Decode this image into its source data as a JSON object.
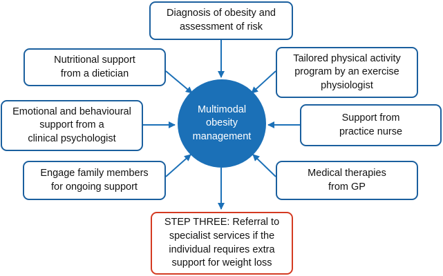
{
  "diagram": {
    "center": {
      "label": "Multimodal\nobesity\nmanagement"
    },
    "boxes": {
      "diagnosis": "Diagnosis of obesity and\nassessment of risk",
      "nutrition": "Nutritional support\nfrom a dietician",
      "physical_activity": "Tailored physical activity\nprogram by an exercise\nphysiologist",
      "emotional": "Emotional and behavioural\nsupport from a\nclinical psychologist",
      "nurse": "Support from\npractice nurse",
      "family": "Engage family members\nfor ongoing support",
      "medical": "Medical therapies\nfrom GP",
      "referral": "STEP THREE: Referral to\nspecialist services if the\nindividual requires extra\nsupport for weight loss"
    },
    "colors": {
      "box_border": "#1a5f9e",
      "highlight_border": "#d43a21",
      "center_fill": "#1b70b7",
      "arrow": "#1b70b7"
    }
  }
}
